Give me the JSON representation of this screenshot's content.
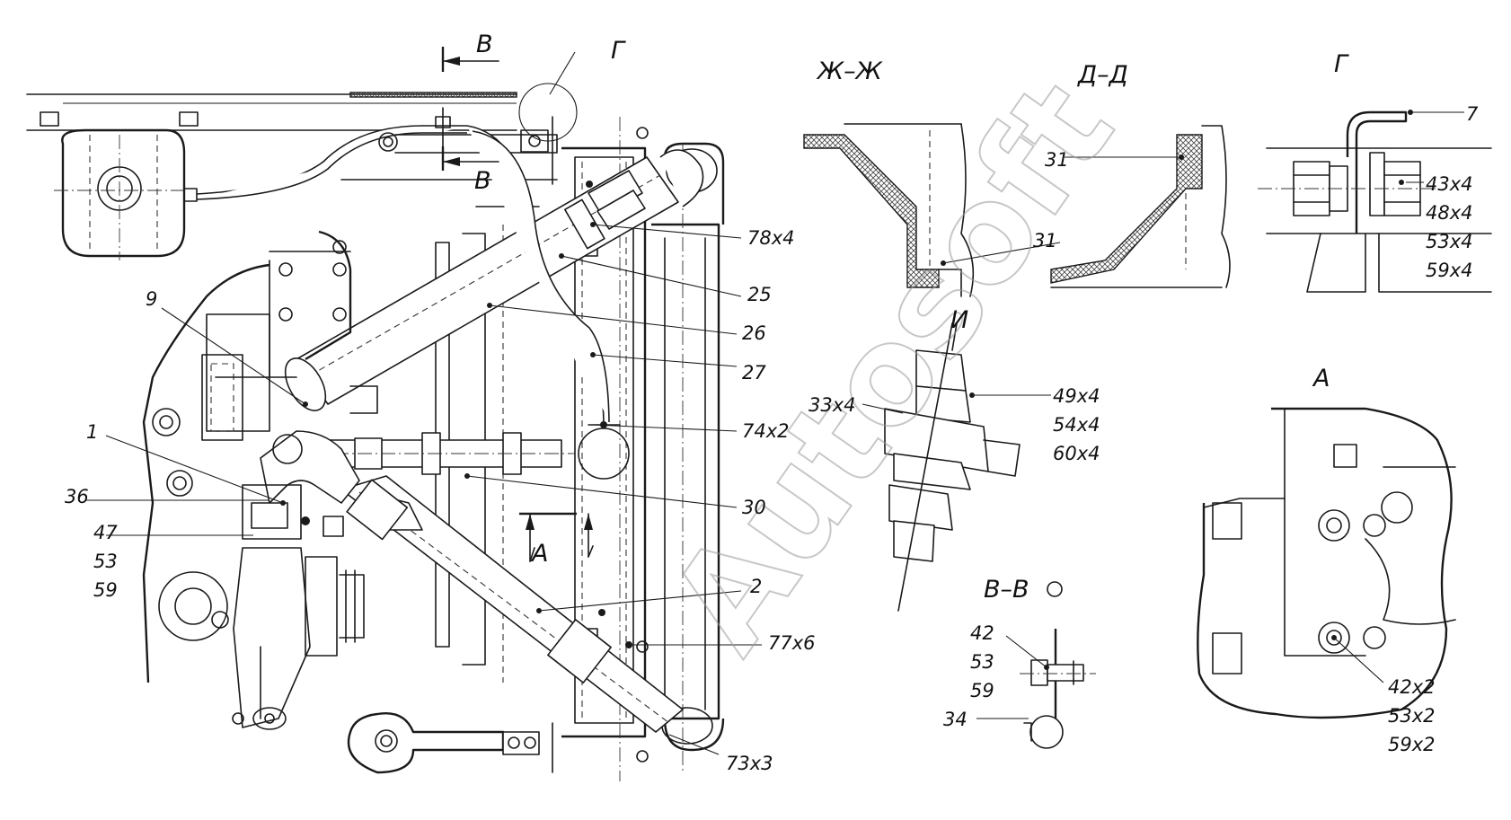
{
  "sections": {
    "zh": "Ж–Ж",
    "d": "Д–Д",
    "g": "Г",
    "g_top": "Г",
    "i": "И",
    "a": "А",
    "a_marker": "А",
    "v_marker_top": "В",
    "v_marker_bottom": "В",
    "vv": "В–В"
  },
  "callouts": {
    "c9": "9",
    "c1": "1",
    "c36": "36",
    "c47": "47",
    "c53a": "53",
    "c59a": "59",
    "c78": "78x4",
    "c25": "25",
    "c26": "26",
    "c27": "27",
    "c74": "74x2",
    "c30": "30",
    "c2": "2",
    "c77": "77x6",
    "c73": "73x3",
    "c31a": "31",
    "c31b": "31",
    "c7": "7",
    "c43": "43x4",
    "c48": "48x4",
    "c53b": "53x4",
    "c59b": "59x4",
    "c49": "49x4",
    "c54": "54x4",
    "c60": "60x4",
    "c33": "33x4",
    "c42": "42",
    "c53c": "53",
    "c59c": "59",
    "c34": "34",
    "c42x2": "42x2",
    "c53x2": "53x2",
    "c59x2": "59x2"
  },
  "watermark": "Autosoft",
  "colors": {
    "line": "#1a1a1a",
    "hatch": "#444444",
    "watermark": "#9a9a9a"
  }
}
